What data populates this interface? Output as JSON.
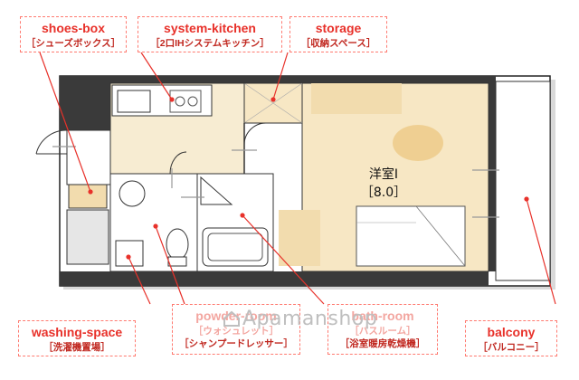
{
  "labels": {
    "shoes_box": {
      "en": "shoes-box",
      "jp": "［シューズボックス］"
    },
    "system_kitchen": {
      "en": "system-kitchen",
      "jp": "［2口IHシステムキッチン］"
    },
    "storage": {
      "en": "storage",
      "jp": "［収納スペース］"
    },
    "washing_space": {
      "en": "washing-space",
      "jp": "［洗濯機置場］"
    },
    "powder_room": {
      "en": "powder-room",
      "jp_1": "［ウォシュレット］",
      "jp_2": "［シャンプードレッサー］"
    },
    "bath_room": {
      "en": "bath-room",
      "jp_1": "［バスルーム］",
      "jp_2": "［浴室暖房乾燥機］"
    },
    "balcony": {
      "en": "balcony",
      "jp": "［バルコニー］"
    }
  },
  "room": {
    "name": "洋室Ⅰ",
    "size": "［8.0］"
  },
  "watermark": "Apamanshop",
  "colors": {
    "label_red": "#e8312a",
    "dashed_border": "#ff7a70",
    "floor_wood": "#f7e7c4",
    "wall": "#3a3a3a"
  }
}
